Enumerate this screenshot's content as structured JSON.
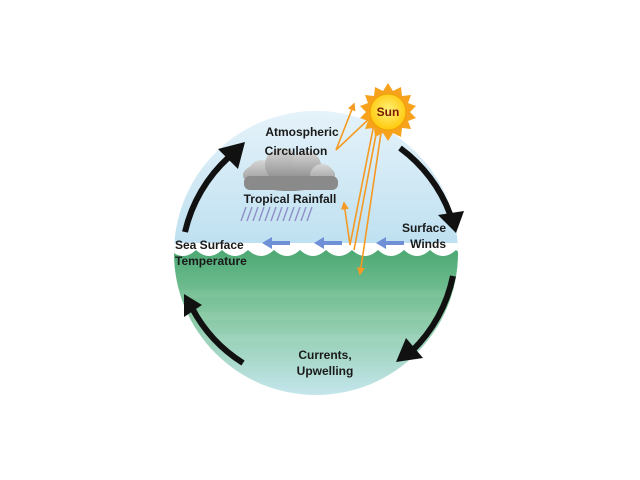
{
  "labels": {
    "sun": "Sun",
    "atmospheric_1": "Atmospheric",
    "atmospheric_2": "Circulation",
    "tropical_rainfall": "Tropical Rainfall",
    "surface_1": "Surface",
    "surface_2": "Winds",
    "sea_1": "Sea Surface",
    "sea_2": "Temperature",
    "currents_1": "Currents,",
    "currents_2": "Upwelling"
  },
  "colors": {
    "sky_top": "#e6f3fa",
    "sky_bottom": "#bcdff0",
    "ocean_top": "#4aa872",
    "ocean_bottom": "#c7e7ef",
    "sun_fill": "#ffd21a",
    "sun_rays": "#f7a21c",
    "ray_arrows": "#f59a23",
    "wind_arrows": "#6f8fd6",
    "cycle_arrows": "#111111",
    "cloud": "#9a9a9a",
    "rain": "#8f8fc8"
  },
  "icons": [
    "sun-icon",
    "cloud-icon",
    "rain-icon",
    "wind-arrow-icon",
    "cycle-arrow-icon",
    "solar-ray-arrow-icon"
  ]
}
